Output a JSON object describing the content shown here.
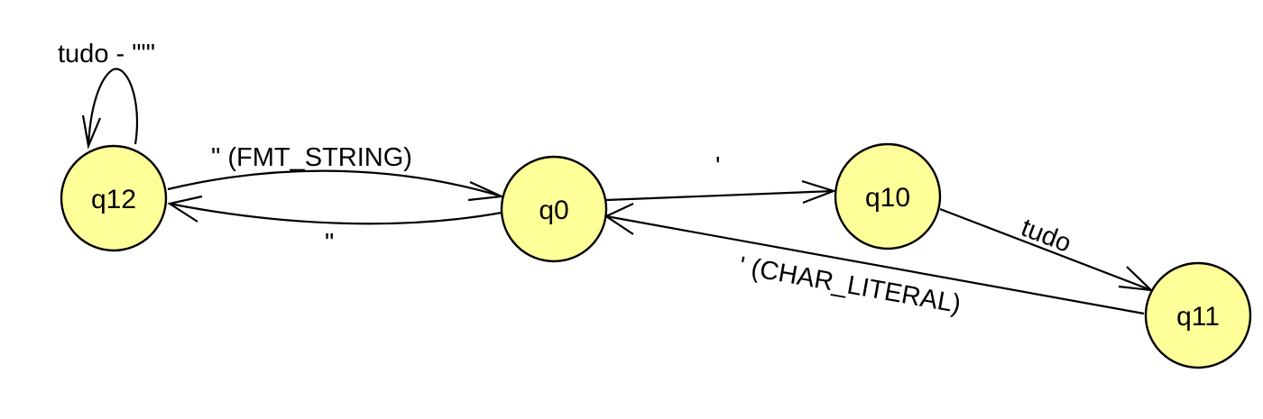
{
  "diagram": {
    "type": "finite-state-automaton",
    "colors": {
      "state_fill": "#ffff99",
      "stroke": "#000000",
      "background": "#ffffff"
    },
    "states": [
      {
        "id": "q12",
        "label": "q12"
      },
      {
        "id": "q0",
        "label": "q0"
      },
      {
        "id": "q10",
        "label": "q10"
      },
      {
        "id": "q11",
        "label": "q11"
      }
    ],
    "transitions": [
      {
        "from": "q12",
        "to": "q12",
        "label": "tudo - \"\"'"
      },
      {
        "from": "q12",
        "to": "q0",
        "label": "\" (FMT_STRING)"
      },
      {
        "from": "q0",
        "to": "q12",
        "label": "\""
      },
      {
        "from": "q0",
        "to": "q10",
        "label": "'"
      },
      {
        "from": "q10",
        "to": "q11",
        "label": "tudo"
      },
      {
        "from": "q11",
        "to": "q0",
        "label": "' (CHAR_LITERAL)"
      }
    ]
  }
}
